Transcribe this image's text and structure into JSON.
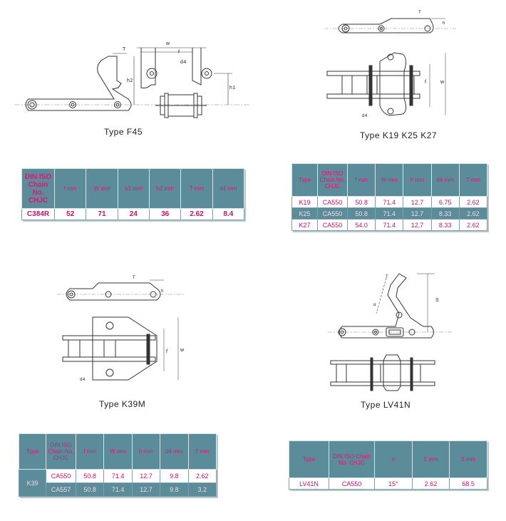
{
  "panels": {
    "f45": {
      "caption": "Type  F45",
      "labels": {
        "w": "w",
        "f": "f",
        "t": "T",
        "d4": "d4",
        "h1": "h1",
        "h2": "h2"
      },
      "table": {
        "headers": [
          "DIN ISO Chain No. CHJC",
          "f mm",
          "W mm",
          "h1 mm",
          "h2 mm",
          "T mm",
          "d4 mm"
        ],
        "rows": [
          [
            "C384R",
            "52",
            "71",
            "24",
            "36",
            "2.62",
            "8.4"
          ]
        ]
      }
    },
    "k19": {
      "caption": "Type  K19  K25 K27",
      "labels": {
        "t": "T",
        "h": "h",
        "f": "f",
        "w": "w",
        "d4": "d4"
      },
      "table": {
        "headers": [
          "Type",
          "DIN ISO Chain No. CHJC",
          "f mm",
          "W mm",
          "h mm",
          "d4 mm",
          "T mm"
        ],
        "rows": [
          [
            "K19",
            "CA550",
            "50.8",
            "71.4",
            "12.7",
            "6.75",
            "2.62"
          ],
          [
            "K25",
            "CA550",
            "50.8",
            "71.4",
            "12.7",
            "8.33",
            "2.62"
          ],
          [
            "K27",
            "CA550",
            "54.0",
            "71.4",
            "12.7",
            "8.33",
            "2.62"
          ]
        ]
      }
    },
    "k39m": {
      "caption": "Type  K39M",
      "labels": {
        "t": "T",
        "h": "h",
        "f": "f",
        "w": "w",
        "d4": "d4"
      },
      "table": {
        "headers": [
          "Type",
          "DIN ISO Chain No. CHJC",
          "f mm",
          "W mm",
          "h mm",
          "d4 mm",
          "T mm"
        ],
        "type_cell": "K39",
        "rows": [
          [
            "CA550",
            "50.8",
            "71.4",
            "12.7",
            "9.8",
            "2.62"
          ],
          [
            "CA557",
            "50.8",
            "71.4",
            "12.7",
            "9.8",
            "3.2"
          ]
        ]
      }
    },
    "lv41n": {
      "caption": "Type  LV41N",
      "labels": {
        "t": "T",
        "s": "S",
        "alpha": "α"
      },
      "table": {
        "headers": [
          "Type",
          "DIN ISO Chain No. CHJC",
          "α",
          "T mm",
          "S mm"
        ],
        "rows": [
          [
            "LV41N",
            "CA550",
            "15°",
            "2.62",
            "68.5"
          ]
        ]
      }
    }
  }
}
